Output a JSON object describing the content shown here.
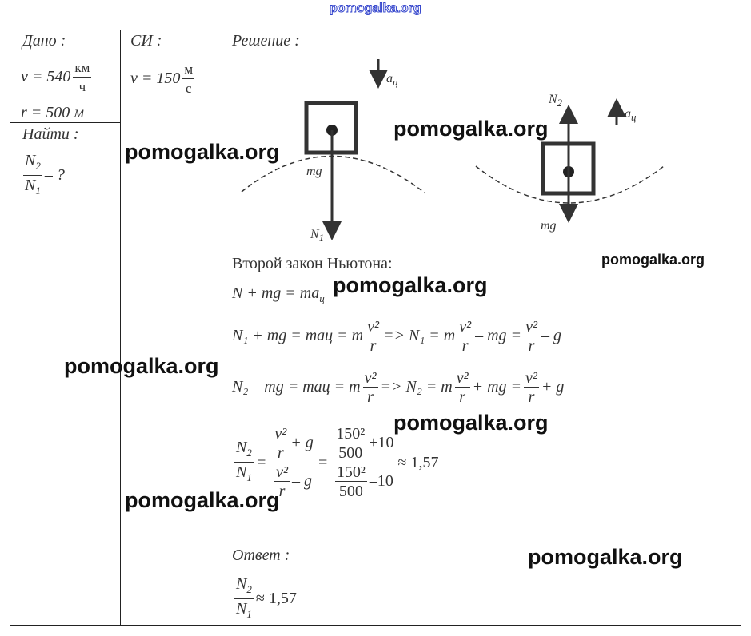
{
  "header": {
    "site": "pomogalka.org"
  },
  "given": {
    "title": "Дано :",
    "v": "v = 540",
    "v_unit_num": "км",
    "v_unit_den": "ч",
    "r": "r = 500 м"
  },
  "find": {
    "title": "Найти :",
    "num": "N",
    "num_sub": "2",
    "den": "N",
    "den_sub": "1",
    "suffix": "– ?"
  },
  "si": {
    "title": "СИ :",
    "v": "v = 150",
    "unit_num": "м",
    "unit_den": "с"
  },
  "solution": {
    "title": "Решение :",
    "labels": {
      "a": "a",
      "a_sub": "ц",
      "mg": "mg",
      "N1": "N",
      "N1_sub": "1",
      "N2": "N",
      "N2_sub": "2"
    },
    "law": "Второй закон Ньютона:",
    "eq0": "N + mg = ma",
    "eq0_sub": "ц",
    "eq1_left": "N₁ + mg = maц = m",
    "eq1_mid": "=> N₁ = m",
    "eq1_mid2": "– mg =",
    "eq1_end": "– g",
    "eq2_left": "N₂ – mg = maц = m",
    "eq2_mid": "=> N₂ = m",
    "eq2_mid2": "+ mg =",
    "eq2_end": "+ g",
    "v2": "v²",
    "r": "r",
    "ratio_top": "+ g",
    "ratio_bot": "– g",
    "num150": "150²",
    "den500": "500",
    "plus10": "+10",
    "minus10": "–10",
    "result": "≈ 1,57"
  },
  "answer": {
    "title": "Ответ :",
    "value": "≈ 1,57"
  },
  "watermarks": [
    "pomogalka.org",
    "pomogalka.org",
    "pomogalka.org",
    "pomogalka.org",
    "pomogalka.org",
    "pomogalka.org",
    "pomogalka.org",
    "pomogalka.org"
  ]
}
